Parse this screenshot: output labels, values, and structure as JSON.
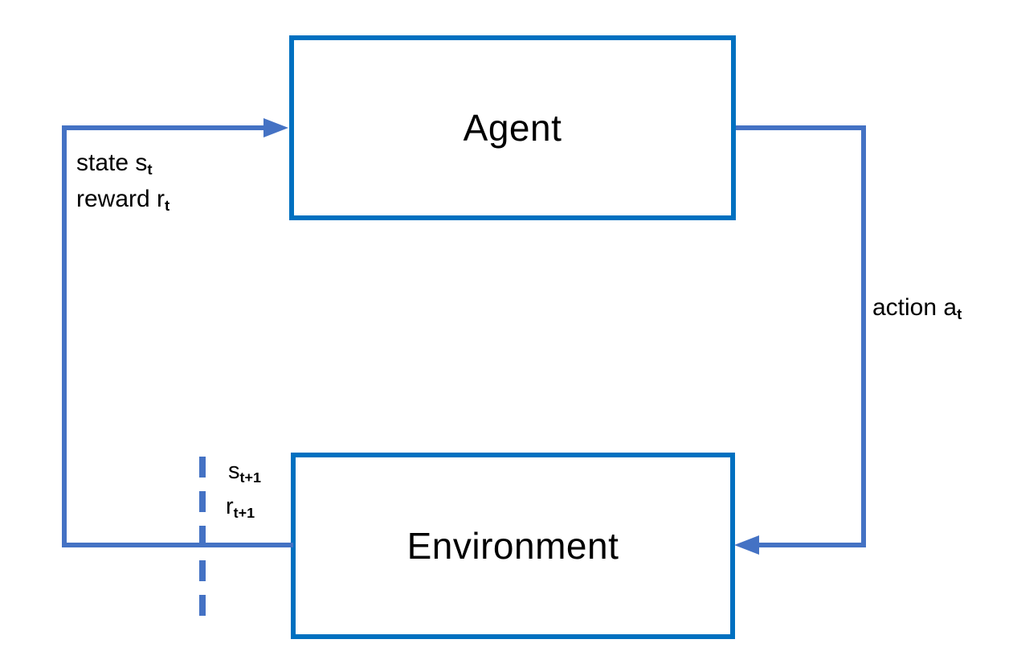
{
  "diagram": {
    "nodes": {
      "agent": {
        "label": "Agent"
      },
      "environment": {
        "label": "Environment"
      }
    },
    "labels": {
      "state": {
        "base": "state s",
        "sub": "t"
      },
      "reward": {
        "base": "reward r",
        "sub": "t"
      },
      "action": {
        "base": "action a",
        "sub": "t"
      },
      "next_state": {
        "base": "s",
        "sub": "t+1"
      },
      "next_reward": {
        "base": "r",
        "sub": "t+1"
      }
    },
    "colors": {
      "box_border": "#0070C0",
      "connector": "#4472C4",
      "text": "#000000",
      "background": "#FFFFFF"
    }
  }
}
